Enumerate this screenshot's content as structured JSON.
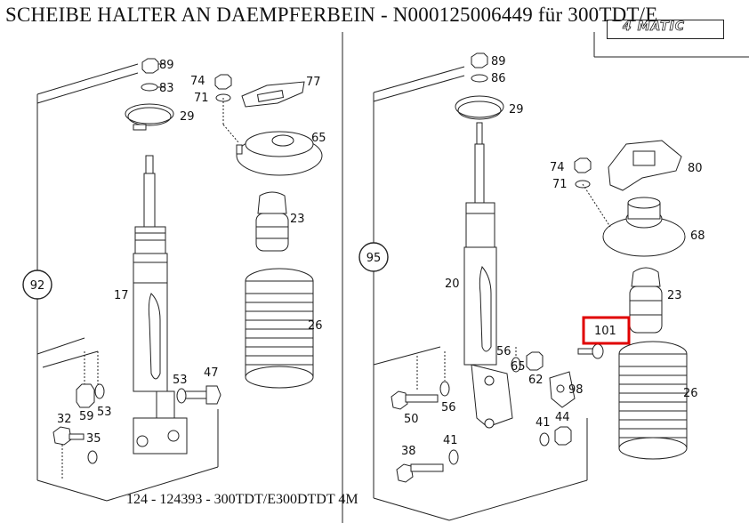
{
  "title": "SCHEIBE HALTER AN DAEMPFERBEIN - N000125006449 für 300TDT/E",
  "footer": "124 - 124393 - 300TDT/E300DTDT 4M",
  "logo_text": "4 MATIC",
  "highlight_color": "#e00000",
  "left_panel": {
    "group_number": "92",
    "labels": {
      "l89": "89",
      "l83": "83",
      "l29": "29",
      "l74": "74",
      "l71": "71",
      "l77": "77",
      "l65": "65",
      "l23": "23",
      "l17": "17",
      "l26": "26",
      "l53a": "53",
      "l47": "47",
      "l59": "59",
      "l53b": "53",
      "l32": "32",
      "l35": "35"
    }
  },
  "right_panel": {
    "group_number": "95",
    "labels": {
      "l89": "89",
      "l86": "86",
      "l29": "29",
      "l74": "74",
      "l71": "71",
      "l80": "80",
      "l68": "68",
      "l23": "23",
      "l20": "20",
      "l101": "101",
      "l26": "26",
      "l56a": "56",
      "l65": "65",
      "l62": "62",
      "l98": "98",
      "l50": "50",
      "l56b": "56",
      "l41a": "41",
      "l44": "44",
      "l38": "38",
      "l41b": "41"
    }
  }
}
